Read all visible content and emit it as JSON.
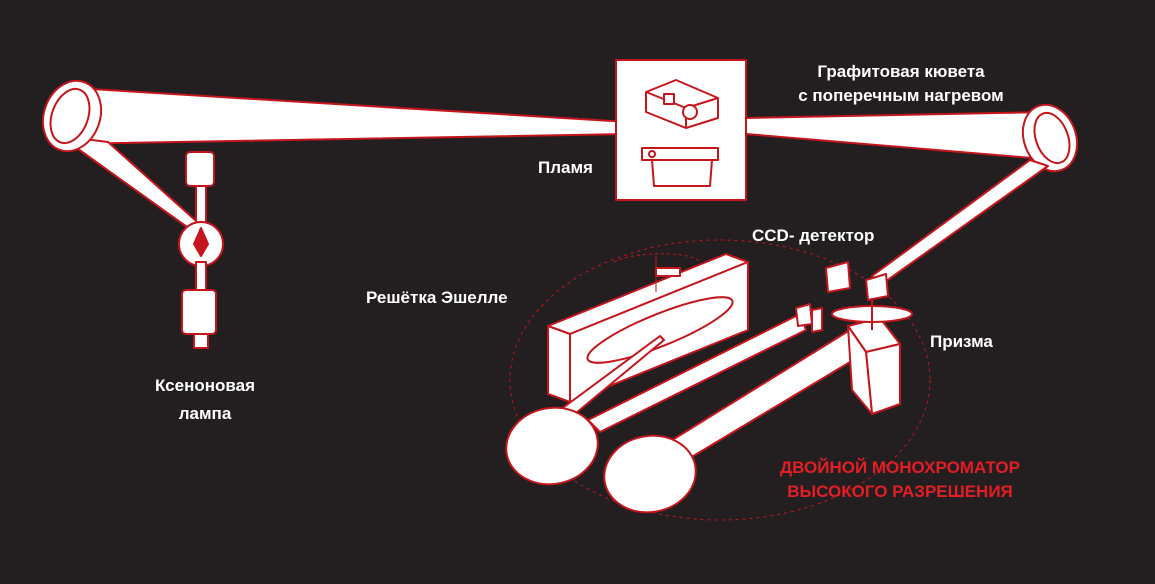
{
  "labels": {
    "cuvette_line1": "Графитовая кювета",
    "cuvette_line2": "с поперечным нагревом",
    "flame": "Пламя",
    "ccd": "CCD- детектор",
    "echelle": "Решётка Эшелле",
    "prism": "Призма",
    "lamp_line1": "Ксеноновая",
    "lamp_line2": "лампа",
    "mono_line1": "ДВОЙНОЙ МОНОХРОМАТОР",
    "mono_line2": "ВЫСОКОГО РАЗРЕШЕНИЯ"
  },
  "colors": {
    "background": "#231f20",
    "outline": "#c4161c",
    "fill": "#ffffff",
    "accent_text": "#e31e24"
  }
}
